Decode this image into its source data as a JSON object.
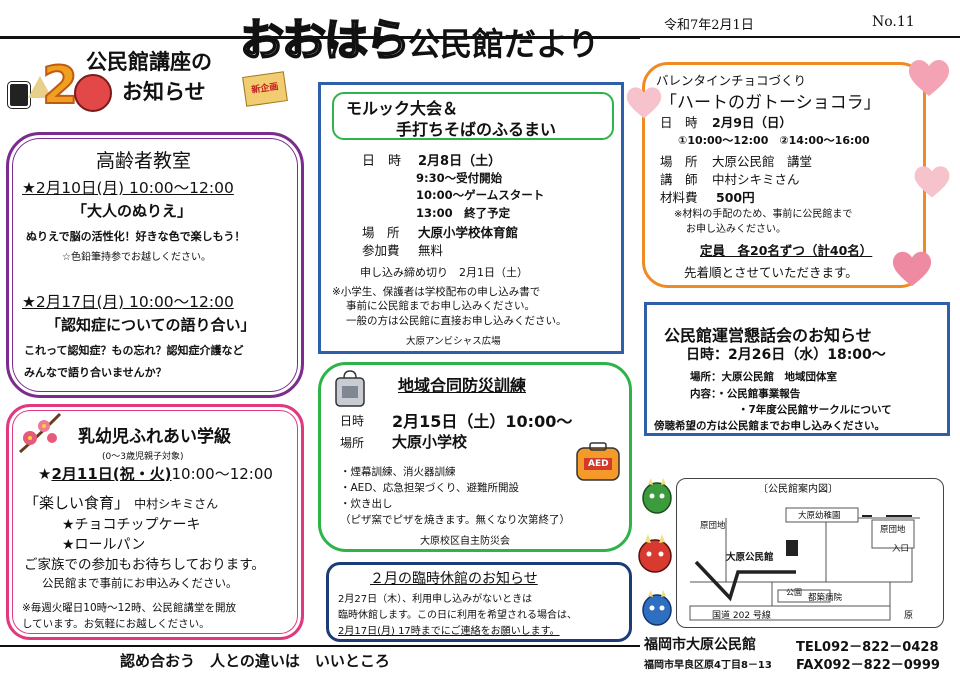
{
  "header": {
    "title_kana": "おおはら",
    "title_rest": "公民館だより",
    "date": "令和7年2月1日",
    "issue": "No.11",
    "koza_line1": "公民館講座の",
    "koza_line2": "お知らせ",
    "koza_number": "2",
    "stamp_text": "新企画"
  },
  "koreisha": {
    "title": "高齢者教室",
    "s1_date": "★2月10日(月) 10:00～12:00",
    "s1_title": "「大人のぬりえ」",
    "s1_line1": "ぬりえで脳の活性化！好きな色で楽しもう！",
    "s1_line2": "☆色鉛筆持参でお越しください。",
    "s2_date": "★2月17日(月) 10:00～12:00",
    "s2_title": "「認知症についての語り合い」",
    "s2_line1": "これって認知症？もの忘れ？認知症介護など",
    "s2_line2": "みんなで語り合いませんか？"
  },
  "nyuyoji": {
    "title": "乳幼児ふれあい学級",
    "target": "(0～3歳児親子対象)",
    "date_prefix": "★",
    "date_main": "2月11日(祝・火)",
    "date_time": "10:00～12:00",
    "class_title": "「楽しい食育」",
    "instructor": "中村シキミさん",
    "item1": "★チョコチップケーキ",
    "item2": "★ロールパン",
    "note1": "ご家族での参加もお待ちしております。",
    "note2": "公民館まで事前にお申込みください。",
    "small1": "※毎週火曜日10時～12時、公民館講堂を開放",
    "small2": "しています。お気軽にお越しください。"
  },
  "molkky": {
    "title1": "モルック大会＆",
    "title2": "手打ちそばのふるまい",
    "date_label": "日　時",
    "date_value": "2月8日（土）",
    "time1": "9:30～受付開始",
    "time2": "10:00～ゲームスタート",
    "time3": "13:00　終了予定",
    "place_label": "場　所",
    "place_value": "大原小学校体育館",
    "fee_label": "参加費",
    "fee_value": "無料",
    "deadline": "申し込み締め切り　2月1日（土）",
    "note1": "※小学生、保護者は学校配布の申し込み書で",
    "note2": "事前に公民館までお申し込みください。",
    "note3": "一般の方は公民館に直接お申し込みください。",
    "footer": "大原アンビシャス広場"
  },
  "bousai": {
    "title": "地域合同防災訓練",
    "date_label": "日時",
    "date_value": "2月15日（土）10:00～",
    "place_label": "場所",
    "place_value": "大原小学校",
    "b1": "・煙幕訓練、消火器訓練",
    "b2": "・AED、応急担架づくり、避難所開設",
    "b3": "・炊き出し",
    "b4": "（ピザ窯でピザを焼きます。無くなり次第終了）",
    "footer": "大原校区自主防災会",
    "aed_label": "AED"
  },
  "kyukan": {
    "title": "２月の臨時休館のお知らせ",
    "line1": "2月27日（木）、利用申し込みがないときは",
    "line2": "臨時休館します。この日に利用を希望される場合は、",
    "line3": "2月17日(月) 17時までにご連絡をお願いします。"
  },
  "valentine": {
    "subtitle": "バレンタインチョコづくり",
    "title": "「ハートのガトーショコラ」",
    "date_label": "日　時",
    "date_value": "2月9日（日）",
    "times": "①10:00～12:00　②14:00～16:00",
    "place_label": "場　所",
    "place_value": "大原公民館　講堂",
    "instructor_label": "講　師",
    "instructor_value": "中村シキミさん",
    "fee_label": "材料費",
    "fee_value": "500円",
    "note1": "※材料の手配のため、事前に公民館まで",
    "note2": "お申し込みください。",
    "capacity": "定員　各20名ずつ（計40名）",
    "first_come": "先着順とさせていただきます。"
  },
  "kondan": {
    "title": "公民館運営懇話会のお知らせ",
    "datetime": "日時：2月26日（水）18:00～",
    "place": "場所：大原公民館　地域団体室",
    "content1": "内容：・公民館事業報告",
    "content2": "・7年度公民館サークルについて",
    "note": "傍聴希望の方は公民館までお申し込みください。"
  },
  "map": {
    "title": "〔公民館案内図〕",
    "label_kindergarten": "大原幼稚園",
    "label_danchi_left": "原団地",
    "label_danchi_right": "原団地",
    "label_entrance": "入口",
    "label_kominkan": "大原公民館",
    "label_park": "公園",
    "label_hospital": "都築病院",
    "label_road": "国道 202 号線",
    "label_hara": "原"
  },
  "footer": {
    "slogan": "認め合おう　人との違いは　いいところ",
    "org_name": "福岡市大原公民館",
    "address": "福岡市早良区原4丁目8－13",
    "tel": "TEL092－822－0428",
    "fax": "FAX092－822－0999"
  },
  "colors": {
    "purple": "#7b2d8e",
    "green": "#2eb34a",
    "blue": "#2f5fa8",
    "orange": "#f08a24",
    "pink": "#e0397f",
    "navy": "#1c3c78"
  }
}
